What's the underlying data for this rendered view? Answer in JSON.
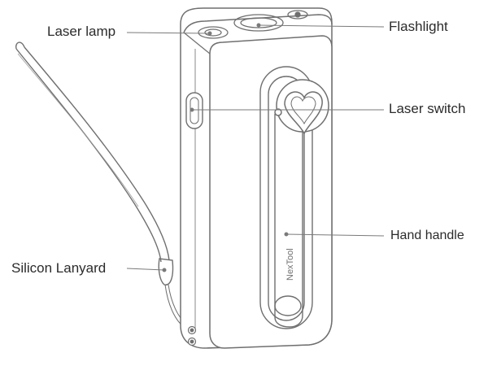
{
  "diagram": {
    "callouts": {
      "laser_lamp": "Laser lamp",
      "flashlight": "Flashlight",
      "laser_switch": "Laser switch",
      "hand_handle": "Hand handle",
      "silicon_lanyard": "Silicon Lanyard"
    },
    "brand_text": "NexTool"
  },
  "colors": {
    "outline": "#6f6f6f",
    "leader": "#7a7a7a",
    "label_text": "#2b2b2b",
    "background": "#ffffff"
  }
}
